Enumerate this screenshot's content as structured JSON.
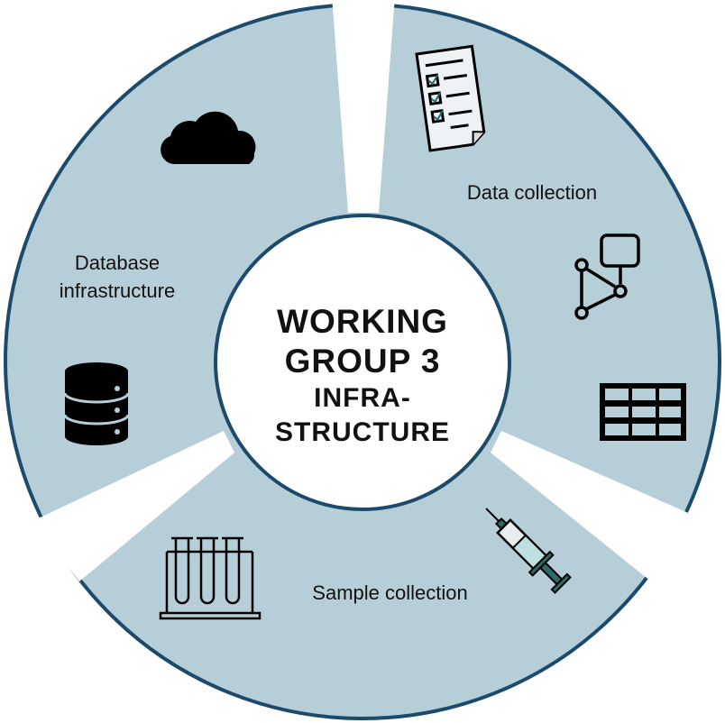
{
  "center": {
    "line1": "WORKING",
    "line2": "GROUP 3",
    "line3": "INFRA-",
    "line4": "STRUCTURE"
  },
  "segments": [
    {
      "label": "Data collection",
      "icons": [
        "checklist-document-icon",
        "network-diagram-icon",
        "table-grid-icon"
      ]
    },
    {
      "label": "Sample collection",
      "icons": [
        "test-tubes-icon",
        "syringe-icon"
      ]
    },
    {
      "label_line1": "Database",
      "label_line2": "infrastructure",
      "icons": [
        "cloud-icon",
        "database-icon"
      ]
    }
  ],
  "colors": {
    "segment_fill": "#b6ced8",
    "border": "#1b4a6b",
    "icon": "#000000"
  }
}
